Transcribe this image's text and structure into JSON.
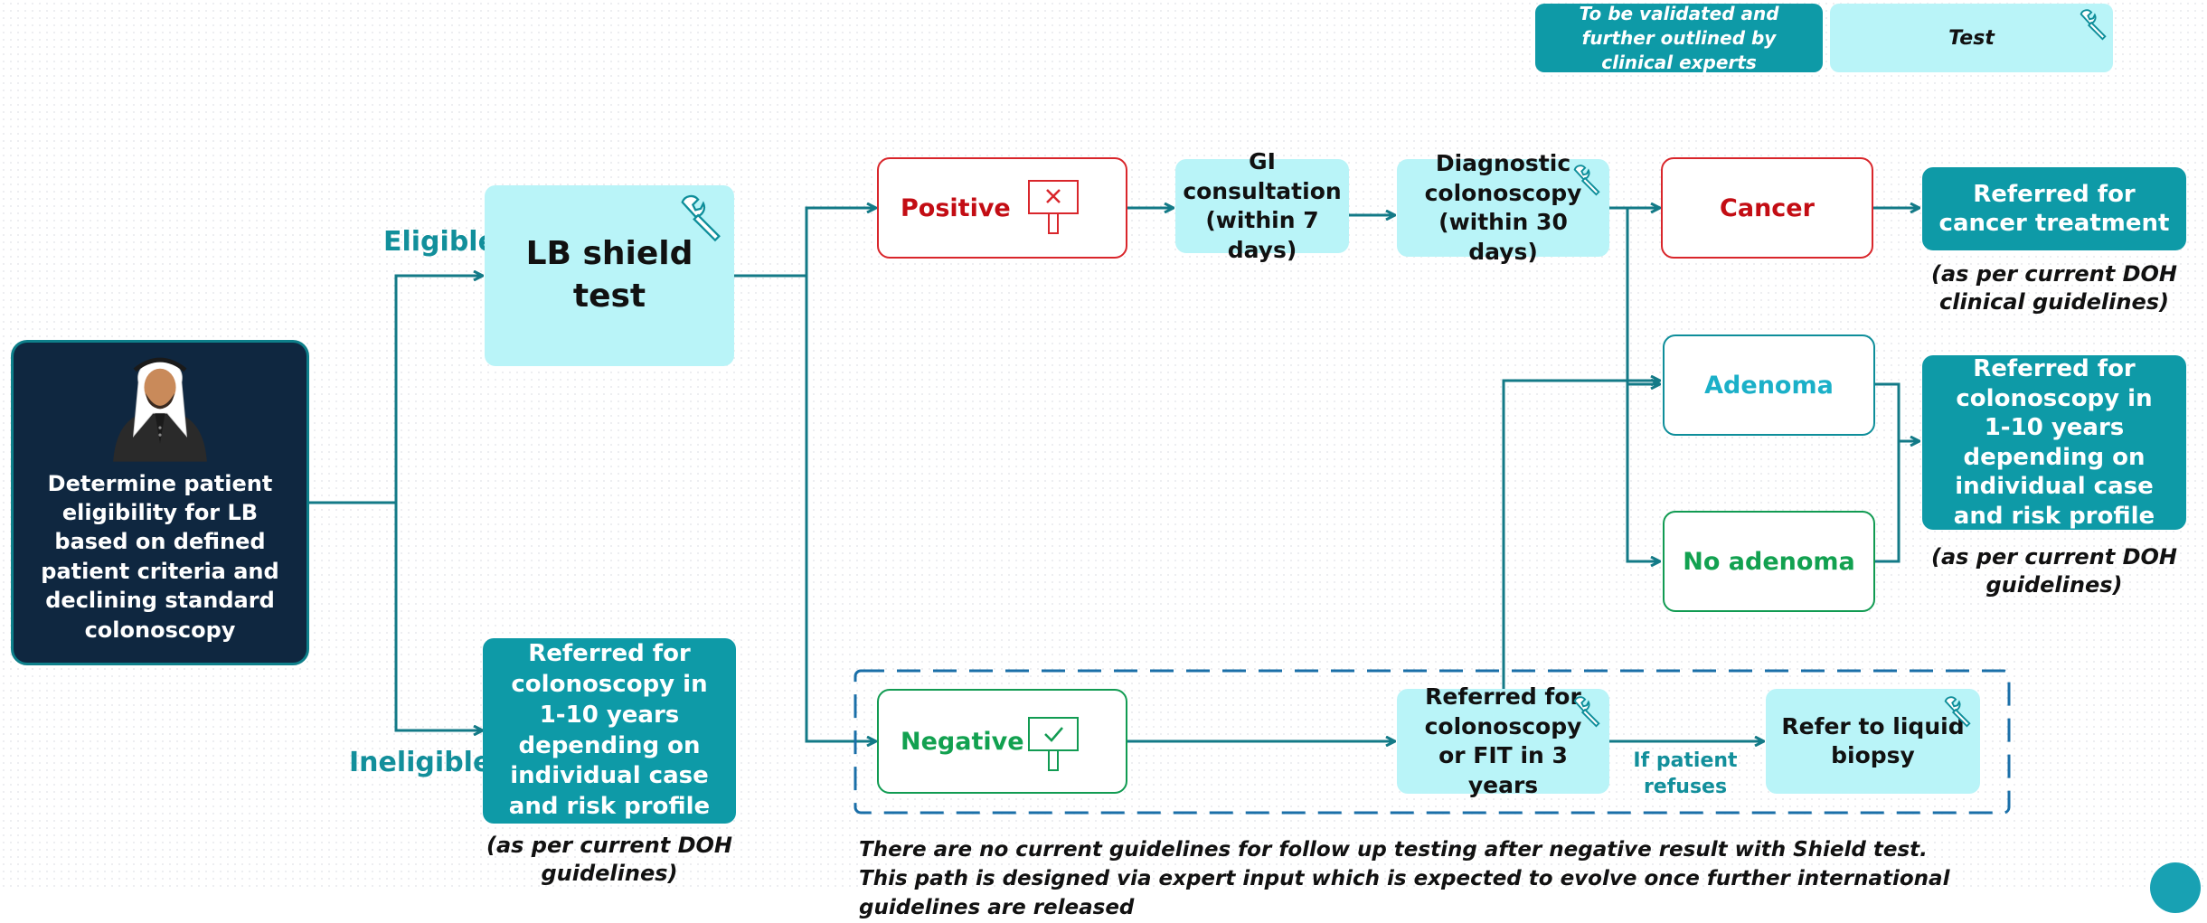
{
  "legend": {
    "validation_text": "To be validated and further outlined by clinical experts",
    "test_label": "Test"
  },
  "start": {
    "text": "Determine patient eligibility for LB based on defined patient criteria and declining standard colonoscopy"
  },
  "branches": {
    "eligible": "Eligible",
    "ineligible": "Ineligible"
  },
  "test_box": {
    "text": "LB shield test"
  },
  "ineligible_box": {
    "text": "Referred for colonoscopy in 1-10 years depending on individual case and risk profile",
    "note": "(as per current DOH guidelines)"
  },
  "positive": {
    "label": "Positive"
  },
  "gi": {
    "text": "GI consultation (within 7 days)"
  },
  "diag": {
    "text": "Diagnostic colonoscopy (within 30 days)"
  },
  "outcomes": {
    "cancer": "Cancer",
    "adenoma": "Adenoma",
    "no_adenoma": "No adenoma"
  },
  "cancer_ref": {
    "text": "Referred for cancer treatment",
    "note": "(as per current DOH clinical guidelines)"
  },
  "adenoma_ref": {
    "text": "Referred for colonoscopy in 1-10 years depending on individual case and risk profile",
    "note": "(as per current DOH guidelines)"
  },
  "negative": {
    "label": "Negative"
  },
  "neg_ref": {
    "text": "Referred for colonoscopy or FIT in 3 years"
  },
  "refuses": {
    "text": "If patient refuses"
  },
  "liquid": {
    "text": "Refer to liquid biopsy"
  },
  "footnote": "There are no current guidelines for follow up testing after negative result with Shield test. This path is designed via expert input which is expected to evolve once further international guidelines are released",
  "colors": {
    "teal_line": "#137a87",
    "light_box": "#b9f4f8",
    "dark_box": "#0e9aa7",
    "navy": "#0f2740",
    "red": "#d9262b",
    "green": "#119b52"
  },
  "icons": [
    "wrench-icon",
    "cross-sign-icon",
    "check-sign-icon",
    "patient-avatar-icon"
  ]
}
